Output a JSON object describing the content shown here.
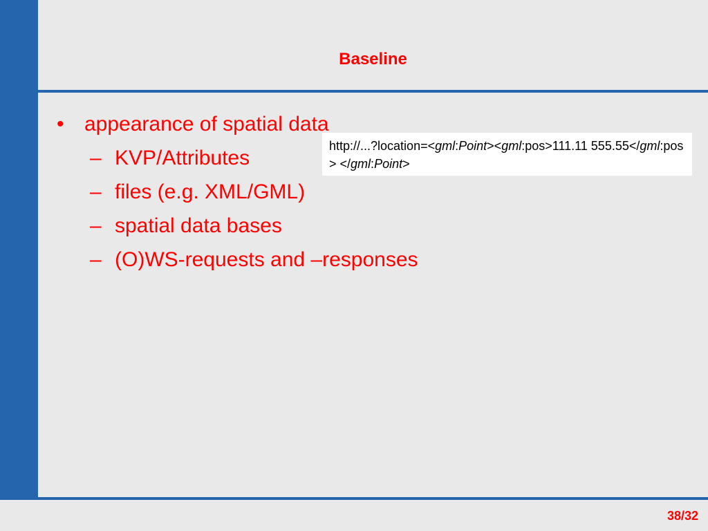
{
  "slide": {
    "title": "Baseline",
    "bullet": "appearance of spatial data",
    "sub_items": [
      "KVP/Attributes",
      "files (e.g. XML/GML)",
      "spatial data bases",
      "(O)WS-requests and –responses"
    ],
    "bullet_marker": "•",
    "dash_marker": "–"
  },
  "callout": {
    "part1": "http://...?location=<",
    "ns1": "gml",
    "colon1": ":",
    "el1": "Point",
    "part2": "><",
    "ns2": "gml",
    "part3": ":pos>111.11 555.55</",
    "ns3": "gml",
    "part4": ":pos> </",
    "ns4": "gml",
    "colon4": ":",
    "el4": "Point",
    "part5": ">"
  },
  "footer": {
    "page_number": "38/32"
  },
  "colors": {
    "accent_blue": "#2565ae",
    "text_red": "#ff0000",
    "background": "#e9e9e9"
  }
}
